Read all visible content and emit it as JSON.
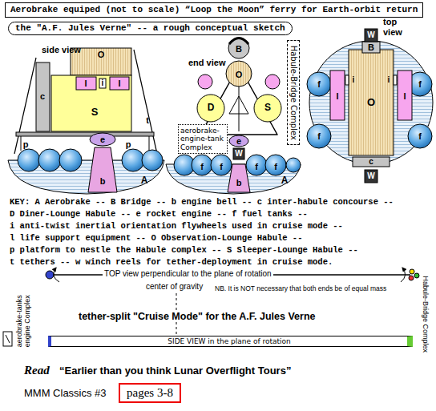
{
  "diagram": {
    "title": "Aerobrake equiped (not to scale) “Loop the Moon” ferry for Earth-orbit return",
    "nodes": [
      {
        "text": [
          "Aerobrake equiped (not to scale) “Loop the Moon” ferry for Earth-orbit return"
        ]
      },
      {
        "text": [
          "the \"A.F. Jules Verne\" -- a rough conceptual sketch"
        ]
      },
      {
        "text": [
          "Habule-Bridge Complex"
        ]
      },
      {
        "text": [
          "aerobrake-engine-tank Complex"
        ]
      },
      {
        "text": [
          "SIDE VIEW in the plane of rotation"
        ]
      },
      {
        "text": [
          "pages 3-8"
        ]
      }
    ],
    "labels": [
      "side view",
      "end view",
      "top view",
      "O",
      "i",
      "l",
      "l",
      "c",
      "t",
      "S",
      "p",
      "p",
      "e",
      "b",
      "A",
      "B",
      "O",
      "D",
      "S",
      "f",
      "f",
      "f",
      "f",
      "e",
      "W",
      "b",
      "A",
      "B",
      "O",
      "l",
      "l",
      "i",
      "i",
      "f",
      "f",
      "f",
      "f",
      "c",
      "W",
      "W",
      "KEY: A Aerobrake -- B Bridge -- b engine bell -- c inter-habule concourse --",
      "D Diner-Lounge Habule -- e rocket engine -- f fuel tanks --",
      "i anti-twist inertial orientation flywheels used in cruise mode --",
      "l life support equipment -- O Observation-Lounge Habule --",
      "p platform to nestle the Habule complex -- S Sleeper-Lounge Habule --",
      "t tethers -- w winch reels for tether-deployment in cruise mode.",
      "TOP view perpendicular to the plane of rotation",
      "center of gravity",
      "NB. It is NOT necessary that both ends be of equal mass",
      "aerobrake-tanks engine Complex",
      "Habule-Bridge Complex",
      "tether-split \"Cruise Mode\" for the A.F. Jules Verne",
      "Read",
      "“Earlier than you think Lunar Overflight Tours”",
      "MMM Classics #3"
    ]
  }
}
